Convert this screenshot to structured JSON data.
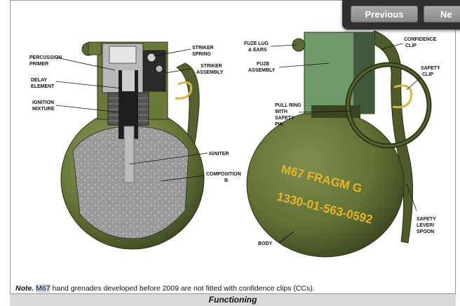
{
  "navigation": {
    "previous_label": "Previous",
    "next_label": "Ne"
  },
  "figure": {
    "left_labels": {
      "percussion_primer": [
        "PERCUSSION",
        "PRIMER"
      ],
      "delay_element": [
        "DELAY",
        "ELEMENT"
      ],
      "ignition_mixture": [
        "IGNITION",
        "MIXTURE"
      ],
      "striker_spring": [
        "STRIKER",
        "SPRING"
      ],
      "striker_assembly": [
        "STRIKER",
        "ASSEMBLY"
      ],
      "igniter": [
        "IGNITER"
      ],
      "composition_b": [
        "COMPOSITION",
        "B"
      ]
    },
    "right_labels": {
      "fuze_lug": [
        "FUZE LUG",
        "& EARS"
      ],
      "fuze_assembly": [
        "FUZE",
        "ASSEMBLY"
      ],
      "confidence_clip": [
        "CONFIDENCE",
        "CLIP"
      ],
      "safety_clip": [
        "SAFETY",
        "CLIP"
      ],
      "pull_ring": [
        "PULL RING",
        "WITH",
        "SAFETY",
        "PIN"
      ],
      "body": [
        "BODY"
      ],
      "safety_lever": [
        "SAFETY",
        "LEVER/",
        "SPOON"
      ]
    },
    "stamp_line1": "M67 FRAGM G",
    "stamp_line2": "1330-01-563-0592"
  },
  "note": {
    "label": "Note.",
    "highlight": "M67",
    "text": " hand grenades developed before 2009 are not fitted with confidence clips (CCs)."
  },
  "section_heading": "Functioning",
  "colors": {
    "olive_body": "#6b7a3a",
    "olive_dark": "#3f4a22",
    "stamp_yellow": "#e8b52a",
    "fuze_green": "#6f9a6a"
  }
}
